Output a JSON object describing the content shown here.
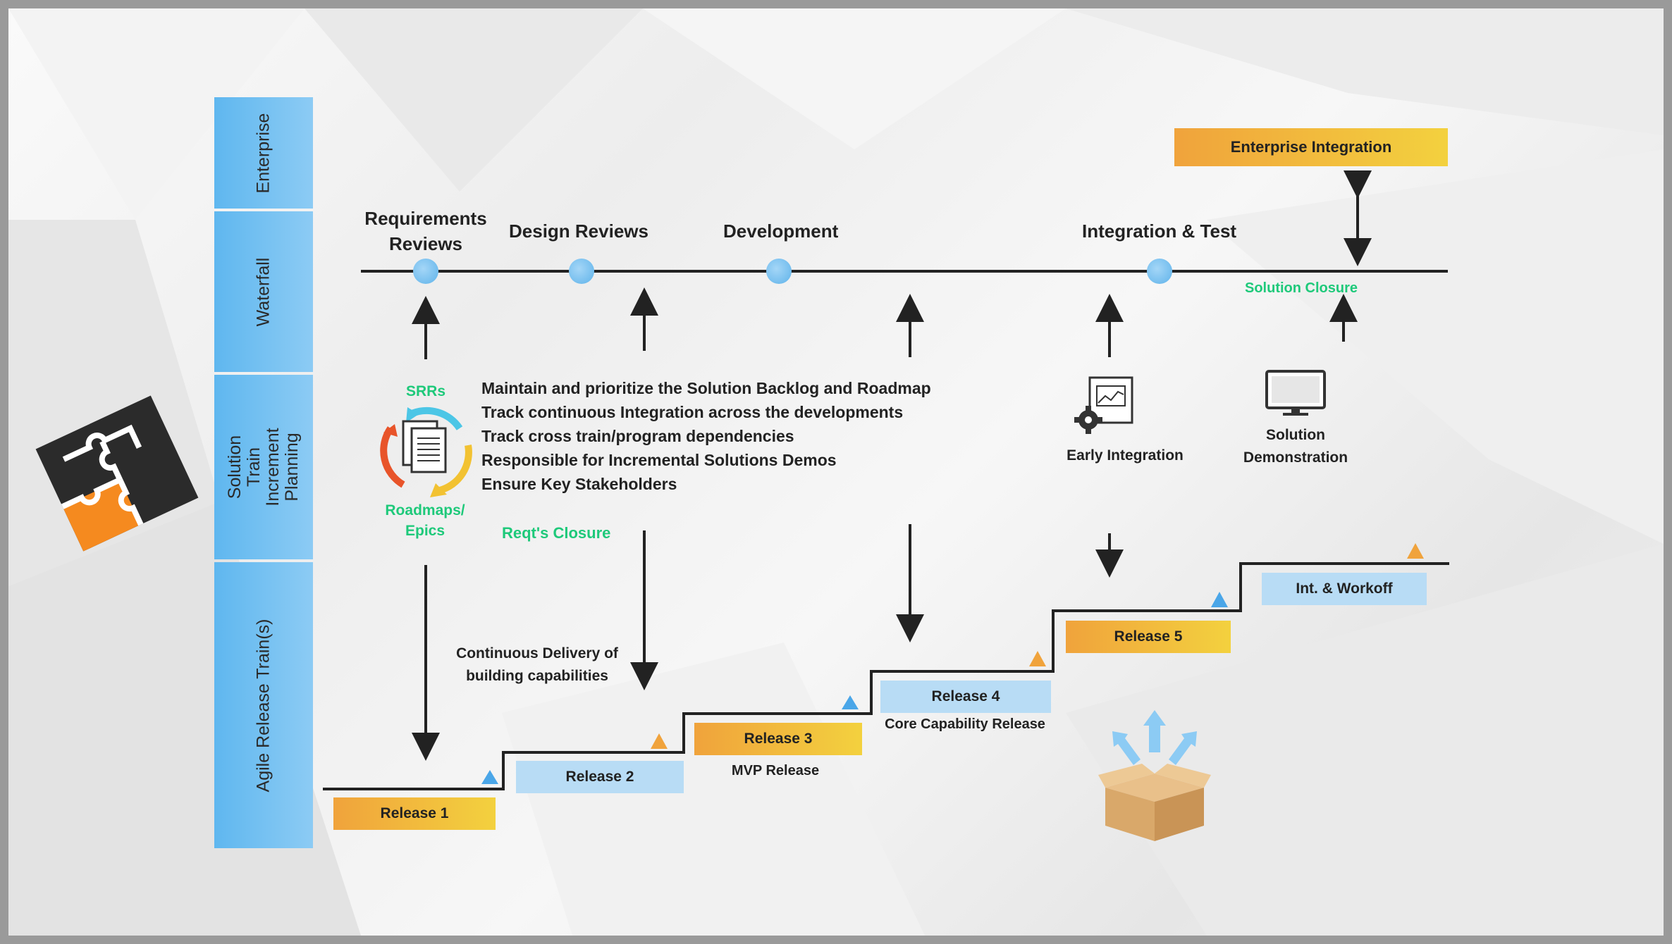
{
  "lanes": [
    {
      "label": "Enterprise"
    },
    {
      "label": "Waterfall"
    },
    {
      "label": "Solution Train Increment Planning"
    },
    {
      "label": "Agile Release Train(s)"
    }
  ],
  "milestones": [
    {
      "label": "Requirements Reviews"
    },
    {
      "label": "Design Reviews"
    },
    {
      "label": "Development"
    },
    {
      "label": "Integration & Test"
    }
  ],
  "enterprise_integration": "Enterprise Integration",
  "solution_closure": "Solution Closure",
  "srrs": "SRRs",
  "roadmaps_epics": "Roadmaps/ Epics",
  "reqts_closure": "Reqt's Closure",
  "responsibilities": [
    "Maintain and prioritize the Solution Backlog and Roadmap",
    "Track continuous Integration across the developments",
    "Track cross train/program dependencies",
    "Responsible for Incremental Solutions Demos",
    "Ensure Key Stakeholders"
  ],
  "early_integration": "Early Integration",
  "solution_demonstration": "Solution Demonstration",
  "continuous_delivery": "Continuous Delivery of building capabilities",
  "releases": [
    {
      "label": "Release 1"
    },
    {
      "label": "Release 2"
    },
    {
      "label": "Release 3",
      "note": "MVP Release"
    },
    {
      "label": "Release 4",
      "note": "Core Capability Release"
    },
    {
      "label": "Release 5"
    },
    {
      "label": "Int. & Workoff"
    }
  ],
  "colors": {
    "lane_blue": "#5fb7ef",
    "orange_start": "#f0a33c",
    "orange_end": "#f3d13e",
    "light_blue": "#b8dcf5",
    "green": "#1ec97a",
    "puzzle_orange": "#f58a1f",
    "puzzle_dark": "#2b2b2b"
  }
}
